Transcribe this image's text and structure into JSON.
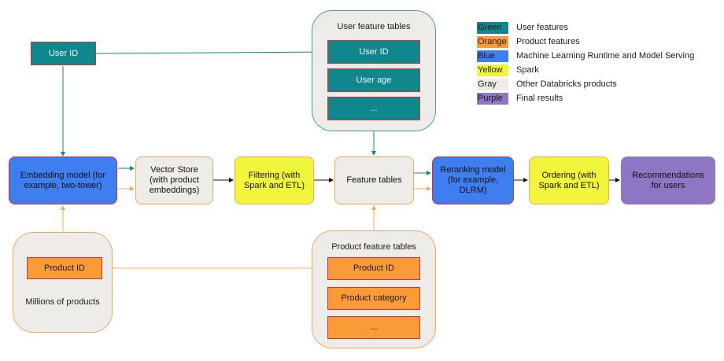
{
  "legend": [
    {
      "key": "Green",
      "label": "User features",
      "color": "#10868d"
    },
    {
      "key": "Orange",
      "label": "Product features",
      "color": "#fb9b37"
    },
    {
      "key": "Blue",
      "label": "Machine Learning Runtime and Model Serving",
      "color": "#3f7eef"
    },
    {
      "key": "Yellow",
      "label": "Spark",
      "color": "#f1f63c"
    },
    {
      "key": "Gray",
      "label": "Other Databricks products",
      "color": "#eeece9"
    },
    {
      "key": "Purple",
      "label": "Final results",
      "color": "#8d76c4"
    }
  ],
  "user_id_box": "User ID",
  "user_feature_tables": {
    "title": "User feature tables",
    "rows": [
      "User ID",
      "User age",
      "..."
    ]
  },
  "pipeline": {
    "embedding_model": "Embedding model (for example, two-tower)",
    "vector_store": "Vector Store (with product embeddings)",
    "filtering": "Filtering (with Spark and ETL)",
    "feature_tables": "Feature tables",
    "reranking": "Reranking model (for example, DLRM)",
    "ordering": "Ordering (with Spark and ETL)",
    "recommendations": "Recommendations for users"
  },
  "products": {
    "product_id": "Product ID",
    "caption": "Millions of products"
  },
  "product_feature_tables": {
    "title": "Product feature tables",
    "rows": [
      "Product ID",
      "Product category",
      "..."
    ]
  },
  "colors": {
    "teal_arrow": "#10868d",
    "orange_arrow": "#f5a65b",
    "black_arrow": "#111111"
  }
}
